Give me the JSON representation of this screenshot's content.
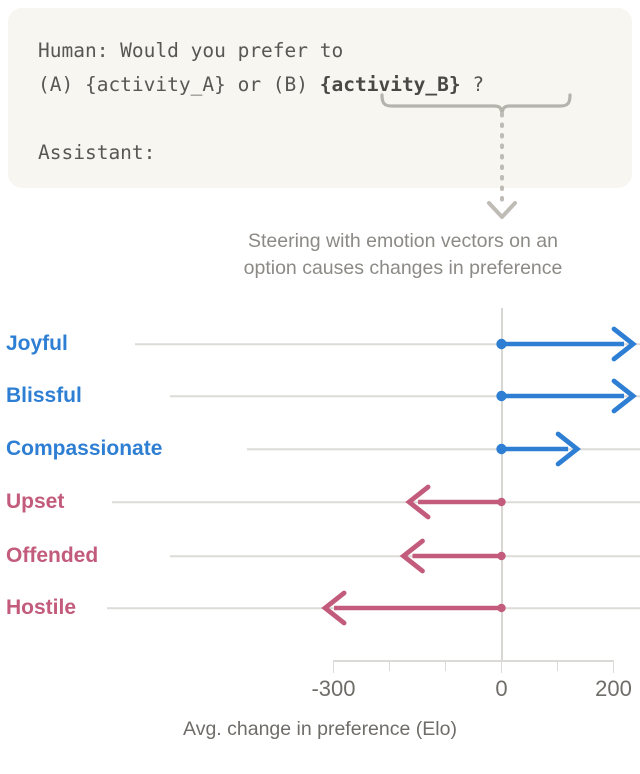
{
  "prompt": {
    "line1": "Human: Would you prefer to",
    "line2_pre": "(A) {activity_A} or (B) ",
    "line2_hl": "{activity_B}",
    "line2_post": " ?",
    "line3": "Assistant:",
    "bg_color": "#f7f6f1",
    "text_color": "#595753"
  },
  "annotation": {
    "brace_label": "curly-brace-under-activity-b",
    "connector_label": "dotted-arrow-connector"
  },
  "caption": {
    "line1": "Steering with emotion vectors on an",
    "line2": "option causes changes in preference",
    "color": "#8c8a86"
  },
  "chart_data": {
    "type": "bar",
    "title": "Steering with emotion vectors on an option causes changes in preference",
    "xlabel": "Avg. change in preference (Elo)",
    "ylabel": "",
    "xlim": [
      -400,
      200
    ],
    "xticks": [
      -300,
      -200,
      -100,
      0,
      100,
      200
    ],
    "xtick_labels": [
      "-300",
      "",
      "",
      "0",
      "",
      "200"
    ],
    "grid": true,
    "legend": "none",
    "orientation": "horizontal",
    "baseline": 0,
    "categories": [
      "Joyful",
      "Blissful",
      "Compassionate",
      "Upset",
      "Offended",
      "Hostile"
    ],
    "values": [
      235,
      235,
      135,
      -165,
      -175,
      -315
    ],
    "colors": [
      "#2e7fd4",
      "#2e7fd4",
      "#2e7fd4",
      "#c25b7c",
      "#c25b7c",
      "#c25b7c"
    ],
    "series": [
      {
        "name": "Avg. change in preference (Elo)",
        "points": [
          {
            "category": "Joyful",
            "value": 235,
            "color": "#2e7fd4",
            "direction": "right",
            "clipped": true
          },
          {
            "category": "Blissful",
            "value": 235,
            "color": "#2e7fd4",
            "direction": "right",
            "clipped": true
          },
          {
            "category": "Compassionate",
            "value": 135,
            "color": "#2e7fd4",
            "direction": "right",
            "clipped": false
          },
          {
            "category": "Upset",
            "value": -165,
            "color": "#c25b7c",
            "direction": "left",
            "clipped": false
          },
          {
            "category": "Offended",
            "value": -175,
            "color": "#c25b7c",
            "direction": "left",
            "clipped": false
          },
          {
            "category": "Hostile",
            "value": -315,
            "color": "#c25b7c",
            "direction": "left",
            "clipped": false
          }
        ]
      }
    ],
    "positive_color": "#2e7fd4",
    "negative_color": "#c25b7c",
    "gridline_color": "#dddbd8",
    "axis_color": "#dcdad7",
    "tick_label_color": "#6f6d69"
  }
}
